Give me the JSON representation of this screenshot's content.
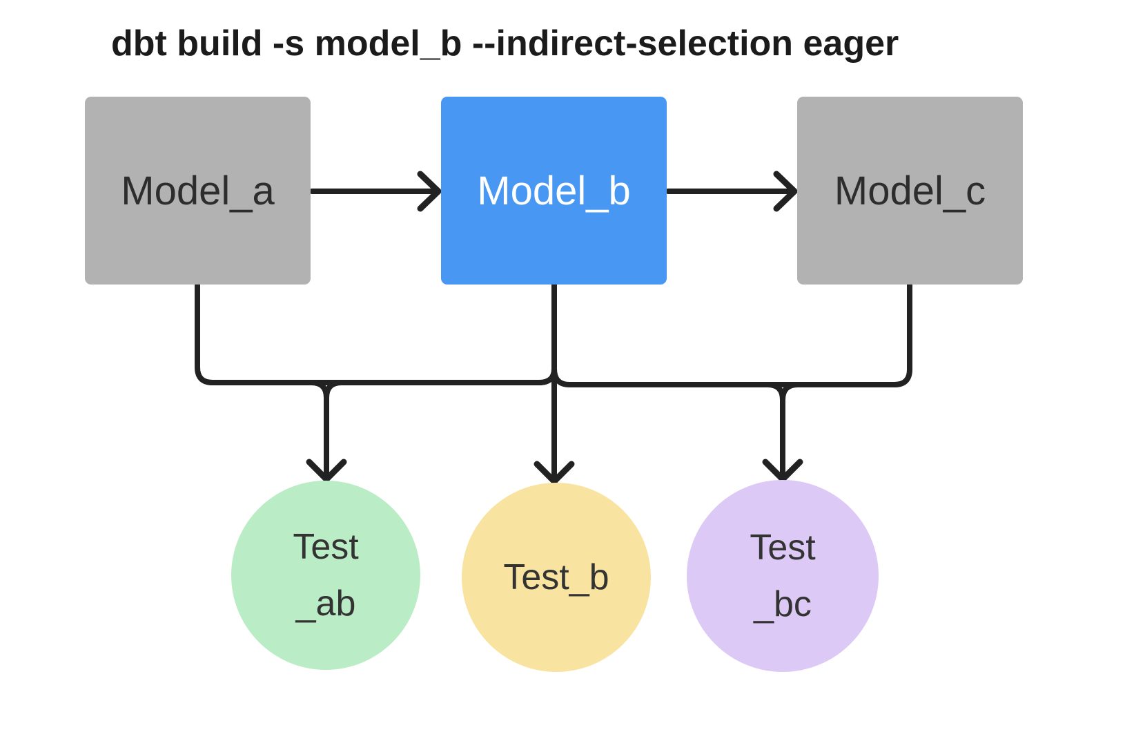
{
  "title": "dbt build -s model_b --indirect-selection eager",
  "models": [
    {
      "label": "Model_a",
      "state": "unselected"
    },
    {
      "label": "Model_b",
      "state": "selected"
    },
    {
      "label": "Model_c",
      "state": "unselected"
    }
  ],
  "tests": [
    {
      "lines": [
        "Test",
        "_ab"
      ]
    },
    {
      "lines": [
        "Test_b"
      ]
    },
    {
      "lines": [
        "Test",
        "_bc"
      ]
    }
  ],
  "edges": [
    "model_a -> model_b",
    "model_b -> model_c",
    "model_a -> test_ab",
    "model_b -> test_ab",
    "model_b -> test_b",
    "model_b -> test_bc",
    "model_c -> test_bc"
  ],
  "colors": {
    "background": "#ffffff",
    "model_unselected": "#b2b2b2",
    "model_selected": "#4897f3",
    "test_ab": "#baecc5",
    "test_b": "#f8e4a0",
    "test_bc": "#dcc9f5",
    "connector": "#222222",
    "title_text": "#1b1b1b",
    "model_text_dark": "#2d2d2d",
    "model_text_light": "#ffffff",
    "test_text": "#333333"
  }
}
